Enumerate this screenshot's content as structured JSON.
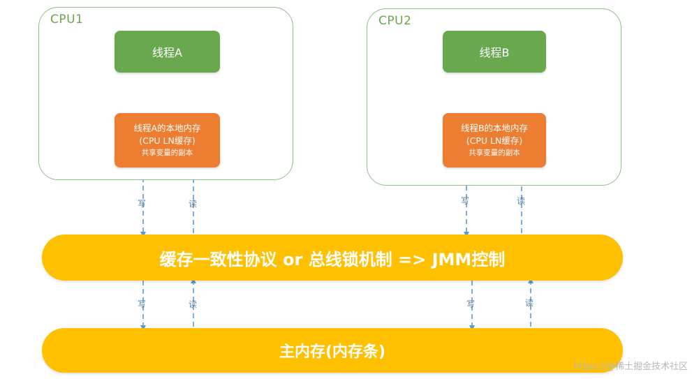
{
  "cpus": [
    {
      "label": "CPU1",
      "thread": "线程A",
      "local_memory": {
        "line1": "线程A的本地内存",
        "line2": "(CPU LN缓存)",
        "line3": "共享变量的副本"
      }
    },
    {
      "label": "CPU2",
      "thread": "线程B",
      "local_memory": {
        "line1": "线程B的本地内存",
        "line2": "(CPU LN缓存)",
        "line3": "共享变量的副本"
      }
    }
  ],
  "protocol_band": "缓存一致性协议 or 总线锁机制 => JMM控制",
  "main_memory_band": "主内存(内存条)",
  "arrow_labels": {
    "write": "写",
    "read": "读"
  },
  "watermark": "https://@稀土掘金技术社区",
  "colors": {
    "cpu_border": "#8fbf8a",
    "thread": "#6aa84f",
    "local_memory": "#ed7d31",
    "band": "#ffc000",
    "arrow": "#5b9bd5"
  }
}
